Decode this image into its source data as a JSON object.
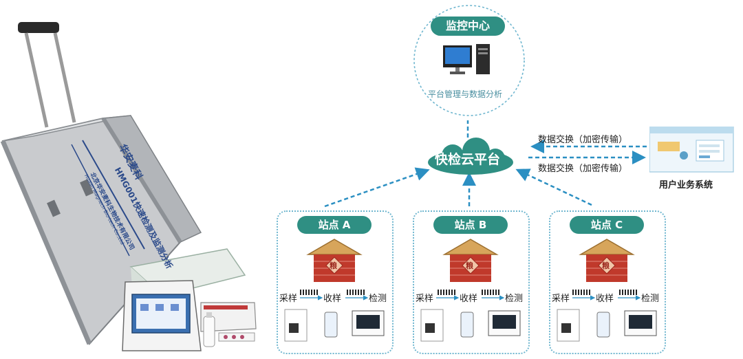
{
  "colors": {
    "accent": "#2f8f83",
    "arrow": "#2b8fc2",
    "border": "#6fb6cf",
    "cloud": "#2f8f83",
    "granary_roof": "#d7a55b",
    "granary_wall": "#c0392b"
  },
  "monitor_center": {
    "title": "监控中心",
    "caption": "平台管理与数据分析",
    "icon": "desktop-computer-icon"
  },
  "cloud_platform": {
    "label": "快检云平台",
    "icon": "cloud-icon"
  },
  "data_exchange": {
    "top_label": "数据交换（加密传输）",
    "bottom_label": "数据交换（加密传输）"
  },
  "user_system": {
    "label": "用户业务系统",
    "icon": "web-screen-icon"
  },
  "device_case": {
    "logo_text": "华安麦科",
    "model_text": "HMG001快速检测及监测分析",
    "company_text": "北京华安麦科生物技术有限公司",
    "company_en": "Huaan Magnech Bio-tech Co.,Ltd"
  },
  "stations": [
    {
      "name": "站点 A",
      "flow": [
        "采样",
        "收样",
        "检测"
      ]
    },
    {
      "name": "站点 B",
      "flow": [
        "采样",
        "收样",
        "检测"
      ]
    },
    {
      "name": "站点 C",
      "flow": [
        "采样",
        "收样",
        "检测"
      ]
    }
  ],
  "granary_char": "粮"
}
